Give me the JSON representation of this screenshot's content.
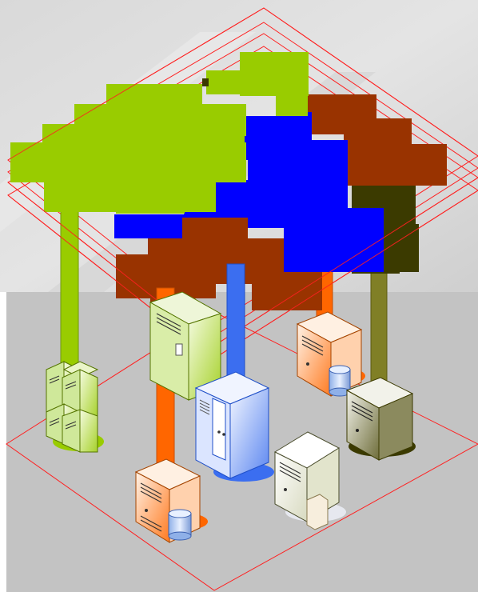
{
  "colors": {
    "background_top": "#dcdcdc",
    "floor": "#c3c3c3",
    "frame_lines": "#ff2020",
    "green": "#99cc00",
    "brown": "#993300",
    "blue": "#0000ff",
    "orange": "#ff6600",
    "olive": "#807f26",
    "dark_olive": "#3b3a00",
    "royal_blue": "#3b6ef0"
  },
  "layers": [
    {
      "name": "green-layer",
      "color": "#99cc00"
    },
    {
      "name": "blue-layer",
      "color": "#0000ff"
    },
    {
      "name": "brown-layer",
      "color": "#993300"
    },
    {
      "name": "dark-olive-layer",
      "color": "#3b3a00"
    }
  ],
  "servers": [
    {
      "name": "green-server-cluster",
      "color": "#99cc00"
    },
    {
      "name": "green-tower-server",
      "color": "#99cc00"
    },
    {
      "name": "orange-database-server-back",
      "color": "#ff6600"
    },
    {
      "name": "blue-rack-server",
      "color": "#3b6ef0"
    },
    {
      "name": "olive-tower-server",
      "color": "#807f26"
    },
    {
      "name": "orange-database-server-front",
      "color": "#ff6600"
    },
    {
      "name": "beige-file-server",
      "color": "#e8ead6"
    }
  ]
}
